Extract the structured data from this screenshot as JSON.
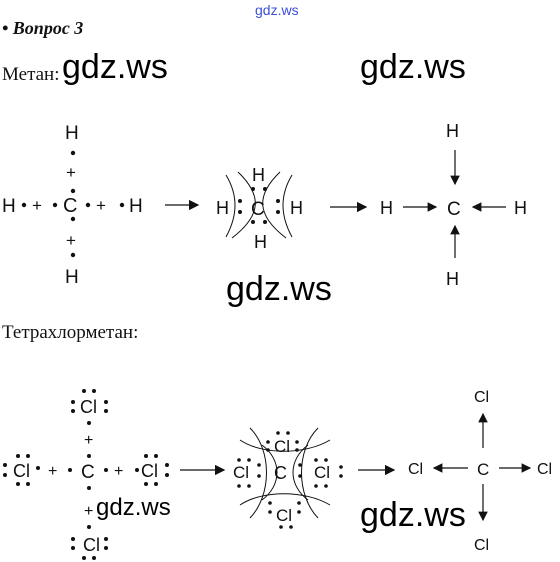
{
  "header": {
    "watermark": "gdz.ws"
  },
  "question": {
    "title": "• Вопрос 3"
  },
  "section1": {
    "label": "Метан:"
  },
  "section2": {
    "label": "Тетрахлорметан:"
  },
  "watermarks": [
    "gdz.ws",
    "gdz.ws",
    "gdz.ws",
    "gdz.ws",
    "gdz.ws"
  ],
  "atoms": {
    "hydrogen": "H",
    "carbon": "C",
    "chlorine": "Cl"
  },
  "symbols": {
    "plus": "+",
    "dot": "•"
  },
  "colors": {
    "watermark_top": "#3b4fd8",
    "text": "#111111",
    "background": "#ffffff"
  }
}
